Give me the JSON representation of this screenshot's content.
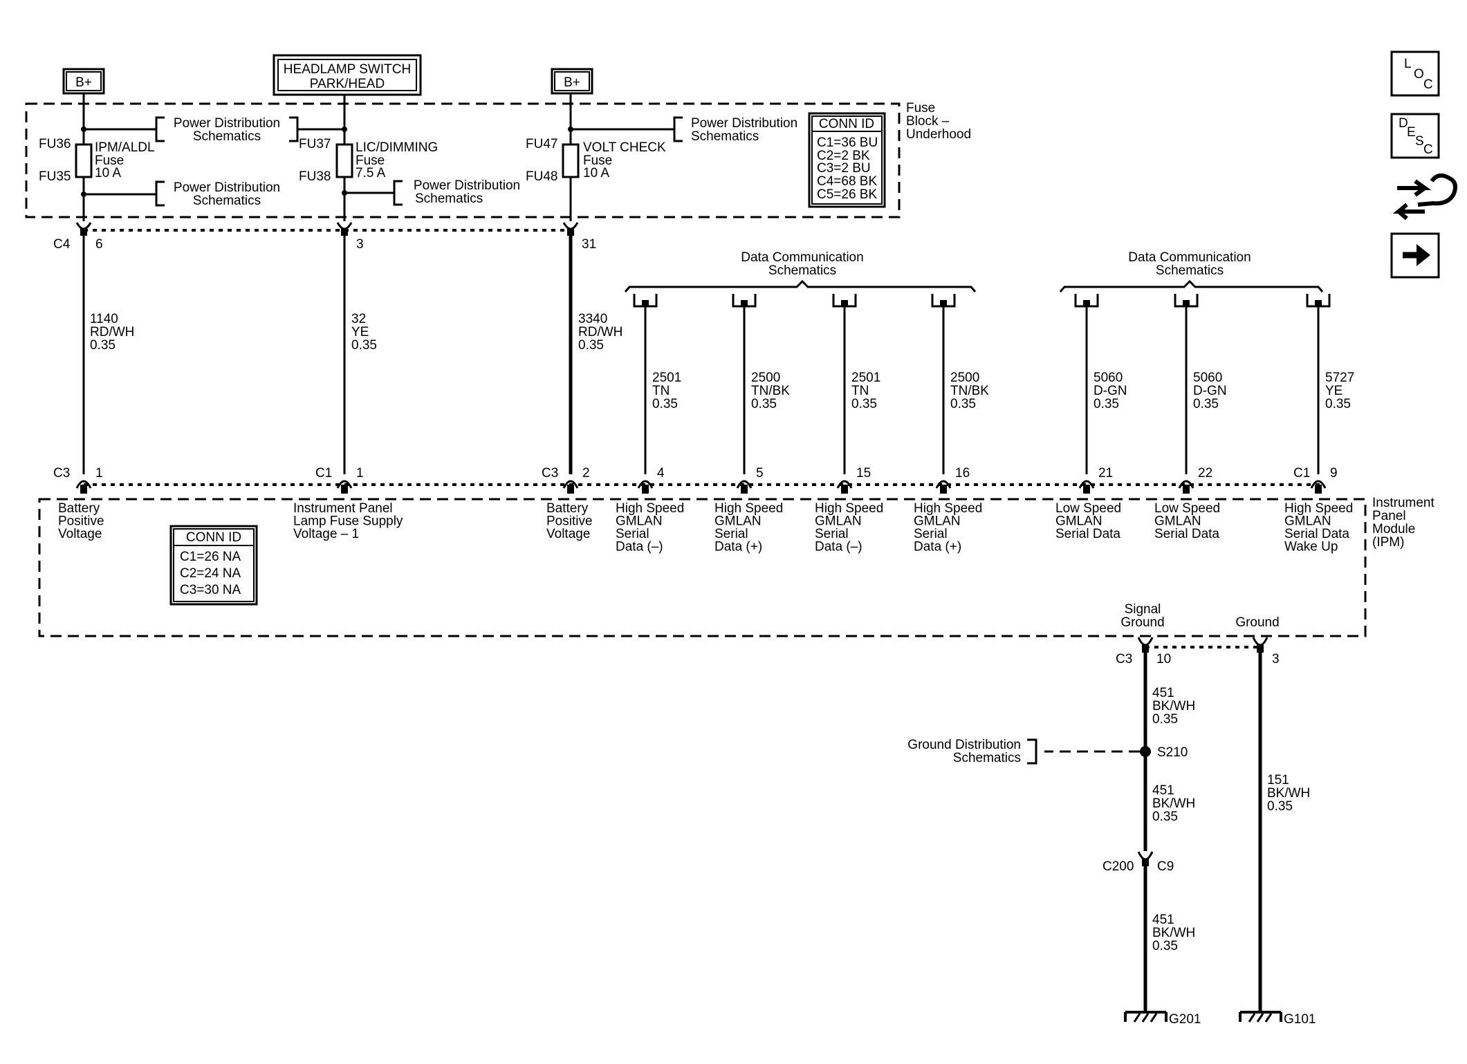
{
  "supply": {
    "bplus_left": "B+",
    "bplus_right": "B+",
    "headlamp_switch_line1": "HEADLAMP SWITCH",
    "headlamp_switch_line2": "PARK/HEAD"
  },
  "fuse_block": {
    "title_line1": "Fuse",
    "title_line2": "Block –",
    "title_line3": "Underhood",
    "conn_id_title": "CONN ID",
    "conn_ids": [
      "C1=36 BU",
      "C2=2 BK",
      "C3=2 BU",
      "C4=68 BK",
      "C5=26 BK"
    ],
    "fuses": [
      {
        "top": "FU36",
        "bottom": "FU35",
        "name": "IPM/ALDL",
        "type": "Fuse",
        "rating": "10 A"
      },
      {
        "top": "FU37",
        "bottom": "FU38",
        "name": "LIC/DIMMING",
        "type": "Fuse",
        "rating": "7.5 A"
      },
      {
        "top": "FU47",
        "bottom": "FU48",
        "name": "VOLT CHECK",
        "type": "Fuse",
        "rating": "10 A"
      }
    ],
    "pdist_line1": "Power Distribution",
    "pdist_line2": "Schematics",
    "c4_label": "C4",
    "pins": [
      "6",
      "3",
      "31"
    ]
  },
  "wires": {
    "w1140": [
      "1140",
      "RD/WH",
      "0.35"
    ],
    "w32": [
      "32",
      "YE",
      "0.35"
    ],
    "w3340": [
      "3340",
      "RD/WH",
      "0.35"
    ],
    "data": [
      [
        "2501",
        "TN",
        "0.35"
      ],
      [
        "2500",
        "TN/BK",
        "0.35"
      ],
      [
        "2501",
        "TN",
        "0.35"
      ],
      [
        "2500",
        "TN/BK",
        "0.35"
      ],
      [
        "5060",
        "D-GN",
        "0.35"
      ],
      [
        "5060",
        "D-GN",
        "0.35"
      ],
      [
        "5727",
        "YE",
        "0.35"
      ]
    ],
    "w451a": [
      "451",
      "BK/WH",
      "0.35"
    ],
    "w451b": [
      "451",
      "BK/WH",
      "0.35"
    ],
    "w451c": [
      "451",
      "BK/WH",
      "0.35"
    ],
    "w151": [
      "151",
      "BK/WH",
      "0.35"
    ]
  },
  "data_comm": {
    "line1": "Data Communication",
    "line2": "Schematics"
  },
  "ipm": {
    "title": [
      "Instrument",
      "Panel",
      "Module",
      "(IPM)"
    ],
    "conn_id_title": "CONN ID",
    "conn_ids": [
      "C1=26 NA",
      "C2=24 NA",
      "C3=30 NA"
    ],
    "connectors": [
      "C3",
      "C1",
      "C3",
      "C1"
    ],
    "pins": [
      "1",
      "1",
      "2",
      "4",
      "5",
      "15",
      "16",
      "21",
      "22",
      "9"
    ],
    "functions": [
      [
        "Battery",
        "Positive",
        "Voltage"
      ],
      [
        "Instrument Panel",
        "Lamp Fuse Supply",
        "Voltage – 1"
      ],
      [
        "Battery",
        "Positive",
        "Voltage"
      ],
      [
        "High Speed",
        "GMLAN",
        "Serial",
        "Data (–)"
      ],
      [
        "High Speed",
        "GMLAN",
        "Serial",
        "Data (+)"
      ],
      [
        "High Speed",
        "GMLAN",
        "Serial",
        "Data (–)"
      ],
      [
        "High Speed",
        "GMLAN",
        "Serial",
        "Data (+)"
      ],
      [
        "Low Speed",
        "GMLAN",
        "Serial Data"
      ],
      [
        "Low Speed",
        "GMLAN",
        "Serial Data"
      ],
      [
        "High Speed",
        "GMLAN",
        "Serial Data",
        "Wake Up"
      ]
    ],
    "signal_ground": [
      "Signal",
      "Ground"
    ],
    "ground": "Ground",
    "ground_conn": "C3",
    "ground_pins": [
      "10",
      "3"
    ]
  },
  "grounding": {
    "gdist_line1": "Ground Distribution",
    "gdist_line2": "Schematics",
    "splice": "S210",
    "inline_left": "C200",
    "inline_right": "C9",
    "g201": "G201",
    "g101": "G101"
  },
  "nav": {
    "loc": [
      "L",
      "O",
      "C"
    ],
    "desc": [
      "D",
      "E",
      "S",
      "C"
    ],
    "wiring_icon": "wiring-harness-icon",
    "next_icon": "right-arrow-icon"
  }
}
